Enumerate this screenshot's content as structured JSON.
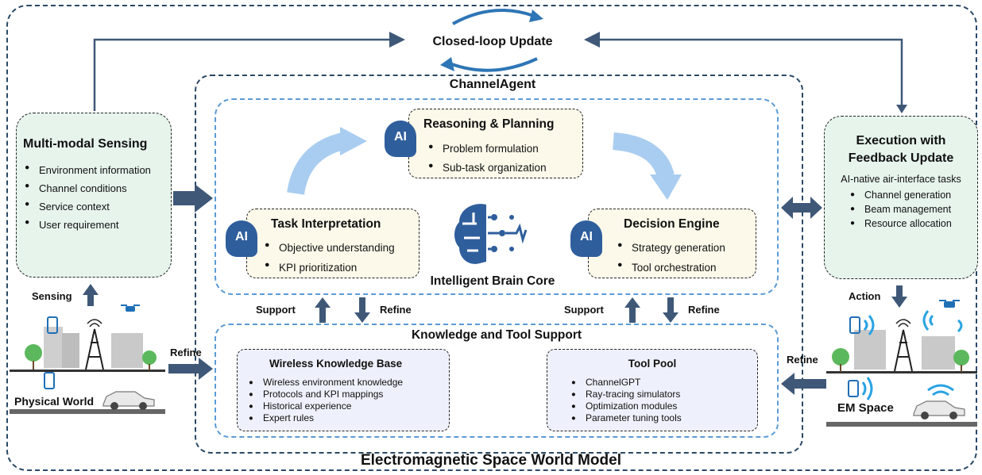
{
  "outer": {
    "title": "Electromagnetic Space World Model"
  },
  "loop": {
    "label": "Closed-loop Update"
  },
  "agent": {
    "title": "ChannelAgent"
  },
  "sensing": {
    "title": "Multi-modal Sensing",
    "items": [
      "Environment information",
      "Channel conditions",
      "Service context",
      "User requirement"
    ]
  },
  "execution": {
    "title_line1": "Execution with",
    "title_line2": "Feedback Update",
    "subtitle": "AI-native air-interface tasks",
    "items": [
      "Channel generation",
      "Beam management",
      "Resource allocation"
    ]
  },
  "reasoning": {
    "title": "Reasoning & Planning",
    "items": [
      "Problem formulation",
      "Sub-task organization"
    ]
  },
  "task": {
    "title": "Task Interpretation",
    "items": [
      "Objective understanding",
      "KPI prioritization"
    ]
  },
  "decision": {
    "title": "Decision Engine",
    "items": [
      "Strategy generation",
      "Tool orchestration"
    ]
  },
  "core": {
    "label": "Intelligent Brain Core"
  },
  "ai_badge": "AI",
  "links": {
    "support": "Support",
    "refine": "Refine",
    "sensing": "Sensing",
    "action": "Action"
  },
  "knowledge": {
    "title": "Knowledge and Tool Support",
    "kb_title": "Wireless Knowledge Base",
    "kb_items": [
      "Wireless environment knowledge",
      "Protocols and KPI mappings",
      "Historical experience",
      "Expert rules"
    ],
    "tool_title": "Tool Pool",
    "tool_items": [
      "ChannelGPT",
      "Ray-tracing simulators",
      "Optimization modules",
      "Parameter tuning tools"
    ]
  },
  "worlds": {
    "physical": "Physical World",
    "em": "EM Space"
  },
  "colors": {
    "dark_dash": "#2b4866",
    "blue_dash": "#5b9bd5",
    "sensing_fill": "#e6f4ec",
    "card_fill": "#fdf9ea",
    "tool_fill": "#eef1fb",
    "arrow": "#3f5878"
  }
}
